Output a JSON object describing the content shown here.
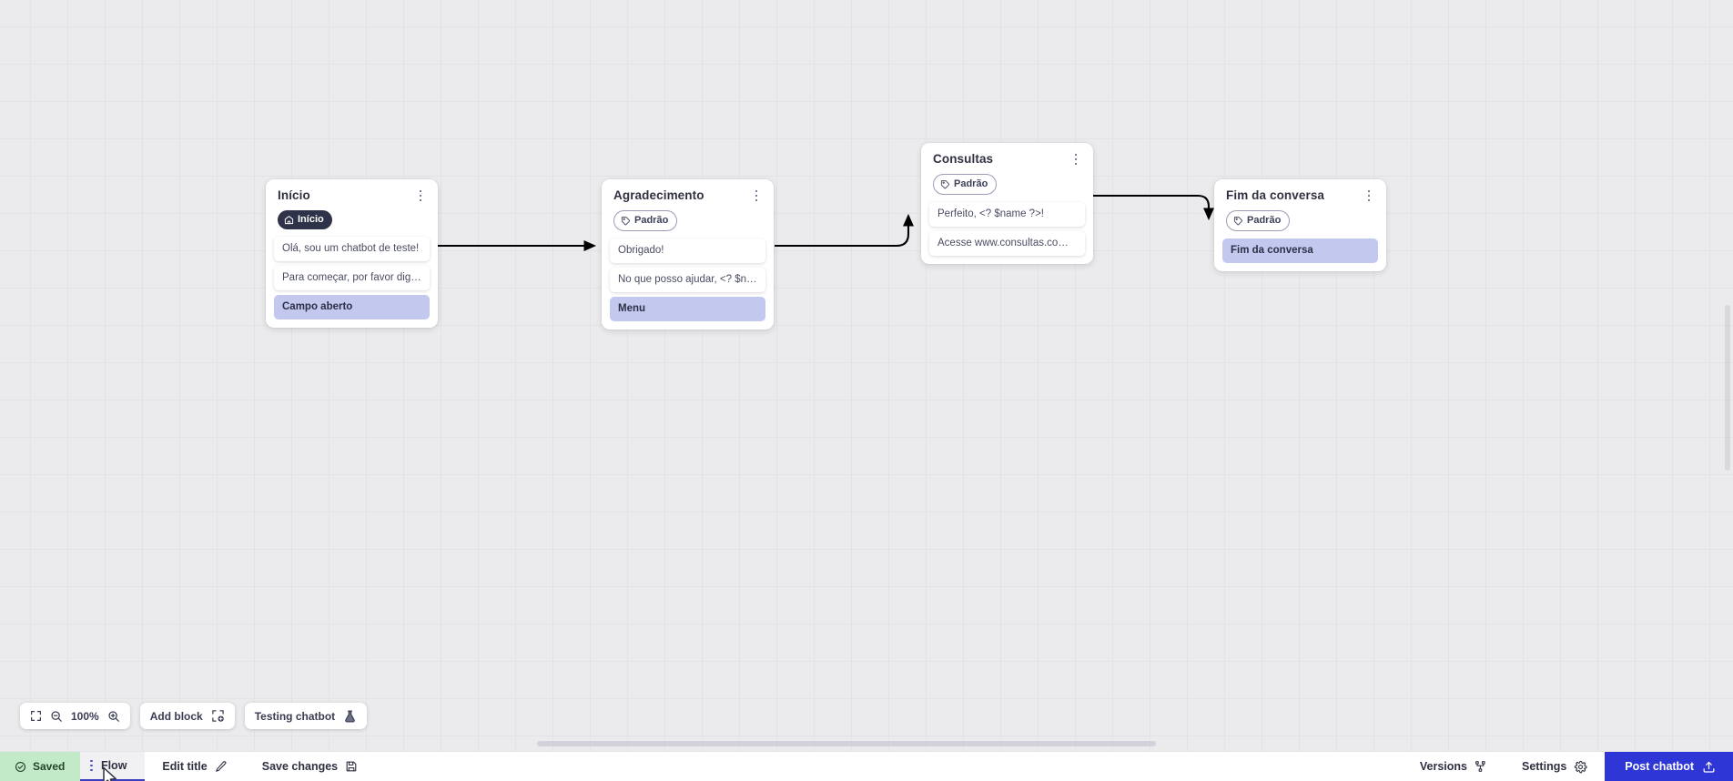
{
  "canvas": {
    "nodes": [
      {
        "id": "inicio",
        "title": "Início",
        "badge": {
          "label": "Início",
          "icon": "home-icon",
          "style": "home"
        },
        "messages": [
          {
            "text": "Olá, sou um chatbot de teste!",
            "type": "message"
          },
          {
            "text": "Para começar, por favor digite o ...",
            "type": "message"
          },
          {
            "text": "Campo aberto",
            "type": "option"
          }
        ]
      },
      {
        "id": "agradecimento",
        "title": "Agradecimento",
        "badge": {
          "label": "Padrão",
          "icon": "tag-icon",
          "style": "tag"
        },
        "messages": [
          {
            "text": "Obrigado!",
            "type": "message"
          },
          {
            "text": "No que posso ajudar, <? $name ...",
            "type": "message"
          },
          {
            "text": "Menu",
            "type": "option"
          }
        ]
      },
      {
        "id": "consultas",
        "title": "Consultas",
        "badge": {
          "label": "Padrão",
          "icon": "tag-icon",
          "style": "tag"
        },
        "messages": [
          {
            "text": "Perfeito, <? $name ?>!",
            "type": "message"
          },
          {
            "text": "Acesse www.consultas.com par...",
            "type": "message"
          }
        ]
      },
      {
        "id": "fim",
        "title": "Fim da conversa",
        "badge": {
          "label": "Padrão",
          "icon": "tag-icon",
          "style": "tag"
        },
        "messages": [
          {
            "text": "Fim da conversa",
            "type": "option"
          }
        ]
      }
    ]
  },
  "toolbar": {
    "fullscreen_icon": "fullscreen-icon",
    "zoom_out_icon": "zoom-out-icon",
    "zoom_level": "100%",
    "zoom_in_icon": "zoom-in-icon",
    "add_block_label": "Add block",
    "add_block_icon": "add-block-icon",
    "testing_label": "Testing chatbot",
    "testing_icon": "flask-icon"
  },
  "statusbar": {
    "saved_label": "Saved",
    "saved_icon": "check-circle-icon",
    "tab_label": "Flow",
    "drag_handle_icon": "drag-handle-icon",
    "edit_title_label": "Edit title",
    "edit_title_icon": "pencil-icon",
    "save_changes_label": "Save changes",
    "save_changes_icon": "floppy-disk-icon",
    "versions_label": "Versions",
    "versions_icon": "branch-icon",
    "settings_label": "Settings",
    "settings_icon": "gear-icon",
    "post_label": "Post chatbot",
    "post_icon": "upload-icon"
  },
  "colors": {
    "accent": "#2f36d6",
    "saved_bg": "#c2e9c8",
    "option_bg": "#c3c8ef",
    "badge_dark": "#2f3349",
    "canvas_bg": "#ebebed"
  }
}
